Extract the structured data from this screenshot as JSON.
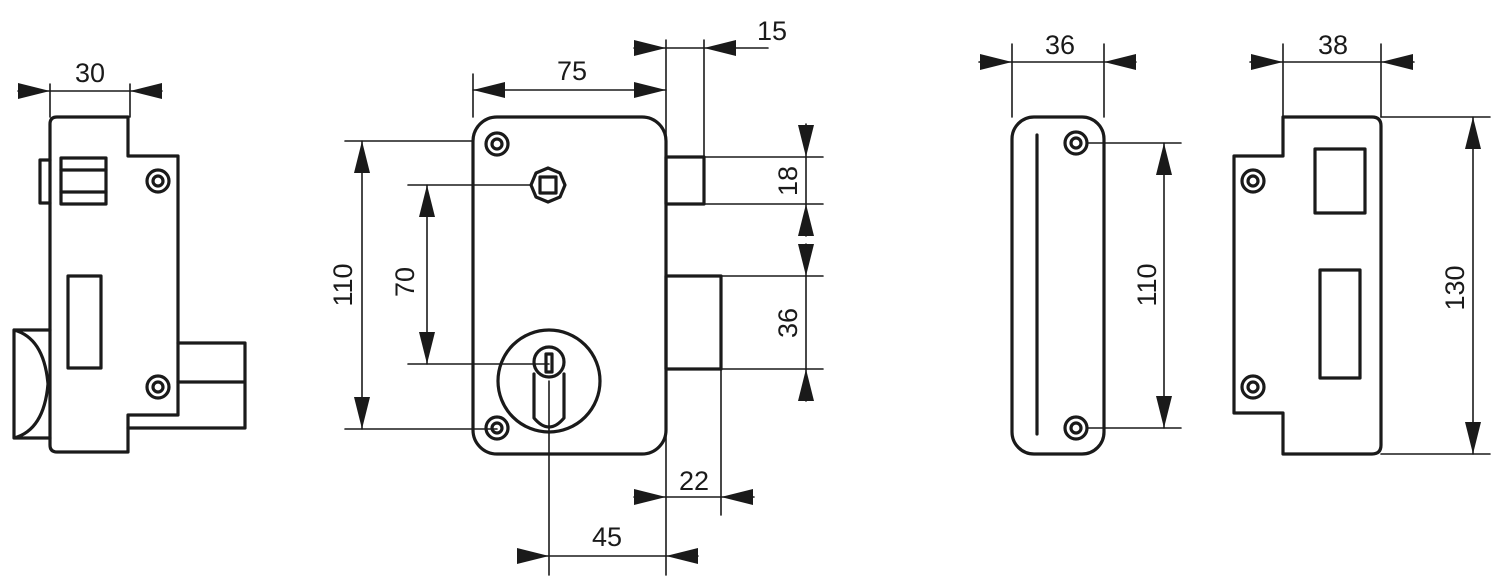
{
  "dimensions": {
    "side_width": "30",
    "body_width": "75",
    "latch_width": "15",
    "hole_spacing": "110",
    "spindle_to_cylinder": "70",
    "latch_height": "18",
    "bolt_height": "36",
    "bolt_projection": "22",
    "cylinder_backset": "45",
    "keep_width": "36",
    "keep_hole_spacing": "110",
    "strike_width": "38",
    "strike_height": "130"
  },
  "colors": {
    "line": "#1a1a1a",
    "background": "#ffffff"
  }
}
